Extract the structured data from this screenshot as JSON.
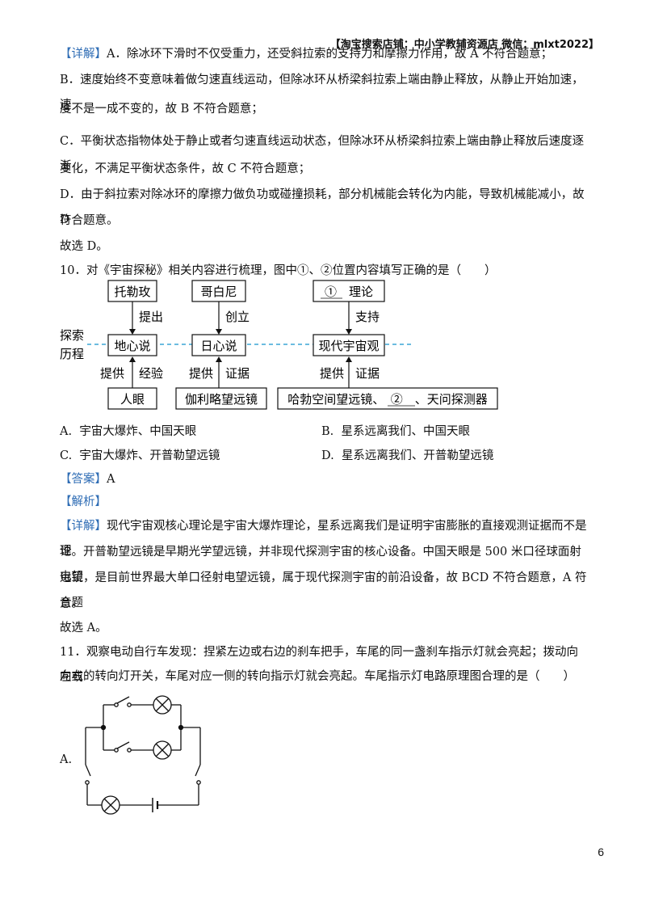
{
  "header_note": "【淘宝搜索店铺：中小学教辅资源店 微信：mlxt2022】",
  "q9_explanation": {
    "tag": "【详解】",
    "line_a": "A．除冰环下滑时不仅受重力，还受斜拉索的支持力和摩擦力作用，故 A 不符合题意；",
    "line_b1": "B．速度始终不变意味着做匀速直线运动，但除冰环从桥梁斜拉索上端由静止释放，从静止开始加速，速",
    "line_b2": "度不是一成不变的，故 B 不符合题意；",
    "line_c1": "C．平衡状态指物体处于静止或者匀速直线运动状态，但除冰环从桥梁斜拉索上端由静止释放后速度逐渐",
    "line_c2": "变化，不满足平衡状态条件，故 C 不符合题意；",
    "line_d1": "D．由于斜拉索对除冰环的摩擦力做负功或碰撞损耗，部分机械能会转化为内能，导致机械能减小，故 D",
    "line_d2": "符合题意。",
    "conclusion": "故选 D。"
  },
  "q10": {
    "stem": "10．对《宇宙探秘》相关内容进行梳理，图中①、②位置内容填写正确的是（　　）",
    "diagram": {
      "side_label_1": "探索",
      "side_label_2": "历程",
      "top_boxes": [
        "托勒玫",
        "哥白尼",
        "①　理论"
      ],
      "mid_boxes": [
        "地心说",
        "日心说",
        "现代宇宙观"
      ],
      "bottom_boxes": [
        "人眼",
        "伽利略望远镜",
        "哈勃空间望远镜、　②　、天问探测器"
      ],
      "upper_arrow_labels": [
        "提出",
        "创立",
        "支持"
      ],
      "lower_arrow_labels_left": [
        "提供",
        "提供",
        "提供"
      ],
      "lower_arrow_labels_right": [
        "经验",
        "证据",
        "证据"
      ]
    },
    "options": [
      {
        "key": "A.",
        "text": "宇宙大爆炸、中国天眼"
      },
      {
        "key": "B.",
        "text": "星系远离我们、中国天眼"
      },
      {
        "key": "C.",
        "text": "宇宙大爆炸、开普勒望远镜"
      },
      {
        "key": "D.",
        "text": "星系远离我们、开普勒望远镜"
      }
    ],
    "answer_tag": "【答案】",
    "answer": "A",
    "analysis_tag": "【解析】",
    "detail_tag": "【详解】",
    "detail_1": "现代宇宙观核心理论是宇宙大爆炸理论，星系远离我们是证明宇宙膨胀的直接观测证据而不是理",
    "detail_2": "论。开普勒望远镜是早期光学望远镜，并非现代探测宇宙的核心设备。中国天眼是 500 米口径球面射电望",
    "detail_3": "远镜，是目前世界最大单口径射电望远镜，属于现代探测宇宙的前沿设备，故 BCD 不符合题意，A 符合题",
    "detail_4": "意。",
    "conclusion": "故选 A。"
  },
  "q11": {
    "stem_1": "11．观察电动自行车发现：捏紧左边或右边的刹车把手，车尾的同一盏刹车指示灯就会亮起；拨动向左或",
    "stem_2": "向右的转向灯开关，车尾对应一侧的转向指示灯就会亮起。车尾指示灯电路原理图合理的是（　　）",
    "option_a_label": "A."
  },
  "page_number": "6",
  "colors": {
    "tag_blue": "#2f6db5",
    "dashed_line": "#3aa6d6",
    "text": "#111111"
  }
}
